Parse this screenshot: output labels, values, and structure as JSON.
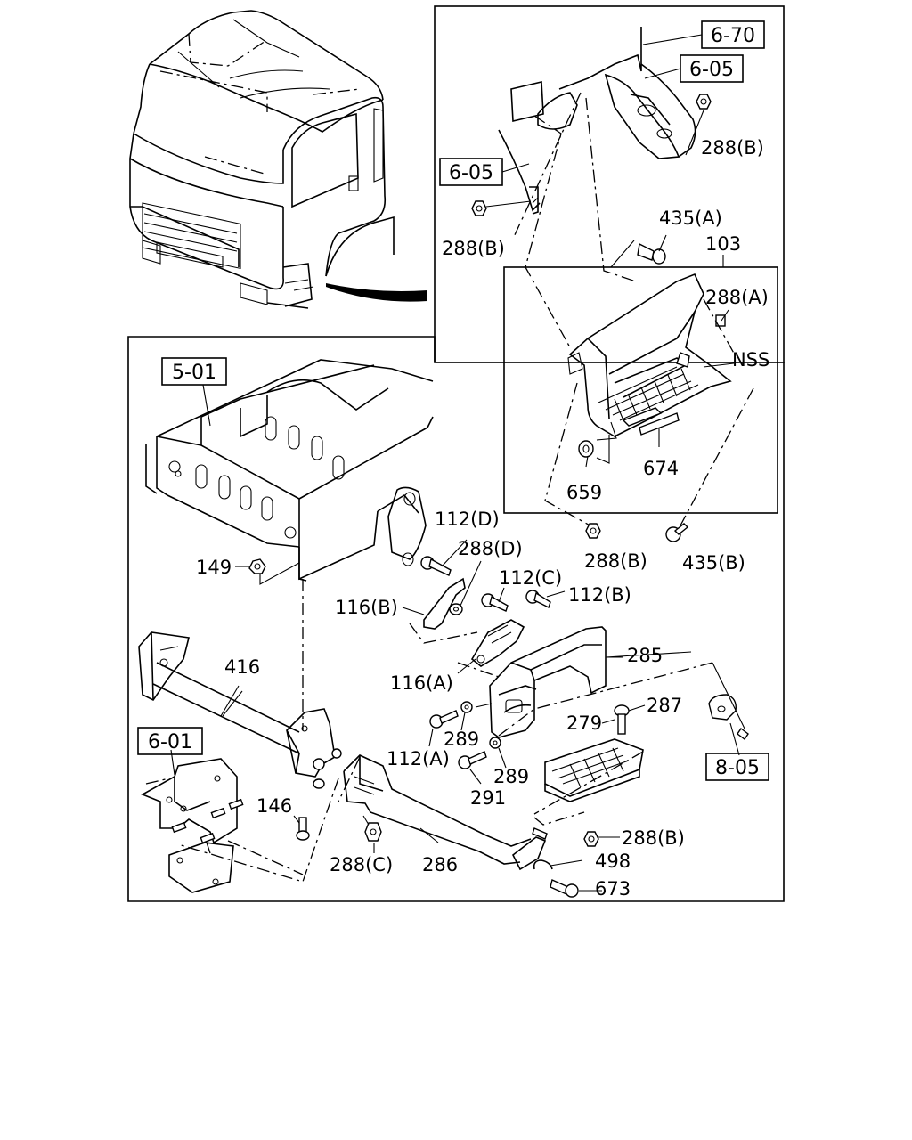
{
  "reference_boxes": [
    {
      "id": "ref-6-70",
      "text": "6-70"
    },
    {
      "id": "ref-6-05-top",
      "text": "6-05"
    },
    {
      "id": "ref-6-05-left",
      "text": "6-05"
    },
    {
      "id": "ref-5-01",
      "text": "5-01"
    },
    {
      "id": "ref-6-01",
      "text": "6-01"
    },
    {
      "id": "ref-8-05",
      "text": "8-05"
    }
  ],
  "part_labels": {
    "p288B_top": "288(B)",
    "p288B_left": "288(B)",
    "p435A": "435(A)",
    "p103": "103",
    "p288A": "288(A)",
    "pNSS": "NSS",
    "p674": "674",
    "p659": "659",
    "p288B_mid": "288(B)",
    "p435B": "435(B)",
    "p112D": "112(D)",
    "p288D": "288(D)",
    "p149": "149",
    "p116B": "116(B)",
    "p112C": "112(C)",
    "p112B": "112(B)",
    "p416": "416",
    "p285": "285",
    "p116A": "116(A)",
    "p287": "287",
    "p279": "279",
    "p289_a": "289",
    "p112A": "112(A)",
    "p289_b": "289",
    "p291": "291",
    "p146": "146",
    "p288B_bot": "288(B)",
    "p288C": "288(C)",
    "p286": "286",
    "p498": "498",
    "p673": "673"
  }
}
